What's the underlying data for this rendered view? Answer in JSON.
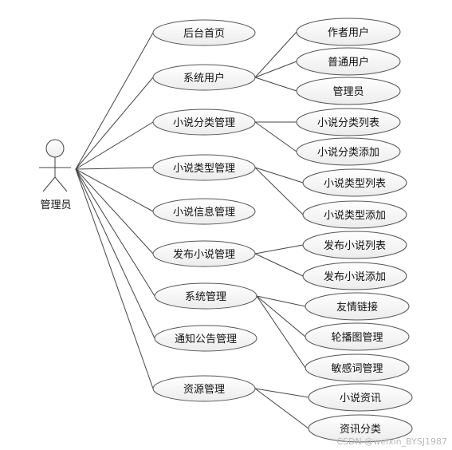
{
  "actor": {
    "label": "管理员"
  },
  "use_cases": [
    {
      "id": "uc1",
      "label": "后台首页"
    },
    {
      "id": "uc2",
      "label": "系统用户",
      "children": [
        "作者用户",
        "普通用户",
        "管理员"
      ]
    },
    {
      "id": "uc3",
      "label": "小说分类管理",
      "children": [
        "小说分类列表",
        "小说分类添加"
      ]
    },
    {
      "id": "uc4",
      "label": "小说类型管理",
      "children": [
        "小说类型列表",
        "小说类型添加"
      ]
    },
    {
      "id": "uc5",
      "label": "小说信息管理"
    },
    {
      "id": "uc6",
      "label": "发布小说管理",
      "children": [
        "发布小说列表",
        "发布小说添加"
      ]
    },
    {
      "id": "uc7",
      "label": "系统管理",
      "children": [
        "友情链接",
        "轮播图管理",
        "敏感词管理"
      ]
    },
    {
      "id": "uc8",
      "label": "通知公告管理"
    },
    {
      "id": "uc9",
      "label": "资源管理",
      "children": [
        "小说资讯",
        "资讯分类"
      ]
    }
  ],
  "watermark": "CSDN @weixin_BYSJ1987"
}
